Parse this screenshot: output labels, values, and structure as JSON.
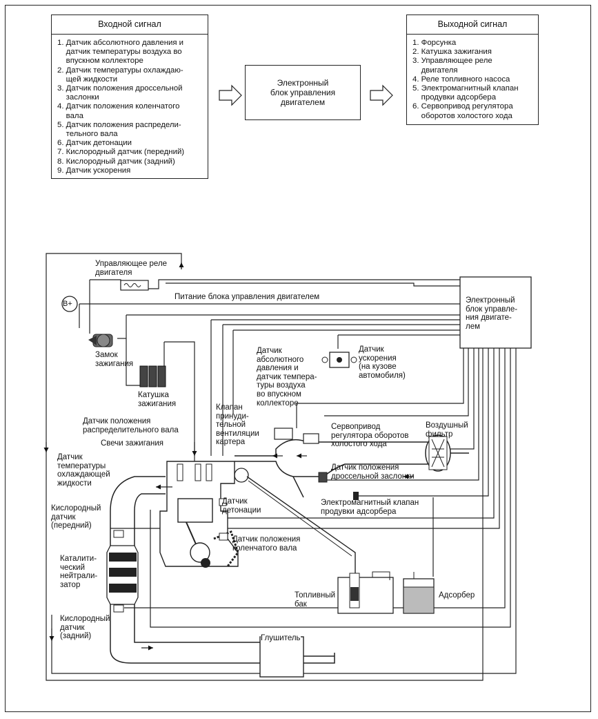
{
  "input_panel": {
    "title": "Входной сигнал",
    "items": [
      "1. Датчик абсолютного давления и",
      "    датчик температуры воздуха во",
      "    впускном коллекторе",
      "2. Датчик температуры охлаждаю-",
      "    щей жидкости",
      "3. Датчик положения дроссельной",
      "    заслонки",
      "4. Датчик положения коленчатого",
      "    вала",
      "5. Датчик положения распредели-",
      "    тельного вала",
      "6. Датчик детонации",
      "7. Кислородный датчик (передний)",
      "8. Кислородный датчик (задний)",
      "9. Датчик ускорения"
    ]
  },
  "ecu_center": "Электронный\nблок управления\nдвигателем",
  "output_panel": {
    "title": "Выходной сигнал",
    "items": [
      "1. Форсунка",
      "2. Катушка зажигания",
      "3. Управляющее реле",
      "    двигателя",
      "4. Реле топливного насоса",
      "5. Электромагнитный клапан",
      "    продувки адсорбера",
      "6. Сервопривод регулятора",
      "    оборотов холостого хода"
    ]
  },
  "labels": {
    "relay": "Управляющее реле\nдвигателя",
    "power": "Питание блока управления двигателем",
    "bplus": "B+",
    "ecu": "Электронный\nблок управле-\nния двигате-\nлем",
    "ignition_lock": "Замок\nзажигания",
    "ignition_coil": "Катушка\nзажигания",
    "accel_sensor": "Датчик\nускорения\n(на кузове\nавтомобиля)",
    "map_sensor": "Датчик\nабсолютного\nдавления и\nдатчик темпера-\nтуры воздуха\nво впускном\nколлекторе",
    "pcv_valve": "Клапан\nпринуди-\nтельной\nвентиляции\nкартера",
    "cam_sensor": "Датчик положения\nраспределительного вала",
    "spark_plugs": "Свечи зажигания",
    "idle_servo": "Сервопривод\nрегулятора оборотов\nхолостого хода",
    "air_filter": "Воздушный\nфильтр",
    "coolant_sensor": "Датчик\nтемпературы\nохлаждающей\nжидкости",
    "throttle_sensor": "Датчик положения\nдроссельной заслонки",
    "knock_sensor": "Датчик\nдетонации",
    "purge_valve": "Электромагнитный клапан\nпродувки адсорбера",
    "o2_front": "Кислородный\nдатчик\n(передний)",
    "crank_sensor": "Датчик положения\nколенчатого вала",
    "catalyst": "Каталити-\nческий\nнейтрали-\nзатор",
    "fuel_tank": "Топливный\nбак",
    "canister": "Адсорбер",
    "o2_rear": "Кислородный\nдатчик\n(задний)",
    "muffler": "Глушитель"
  }
}
